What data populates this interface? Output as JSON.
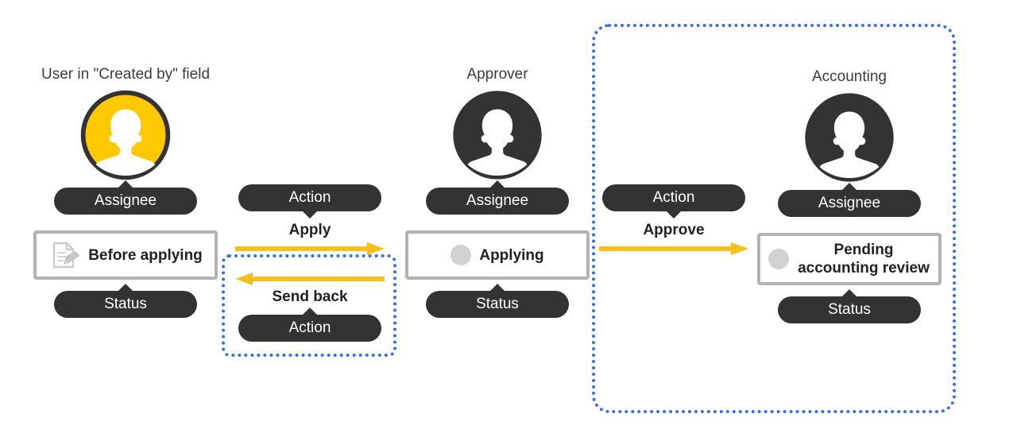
{
  "colors": {
    "accent_arrow": "#f7c021",
    "group_outline": "#3b6fe0",
    "pill_bg": "#333333",
    "status_border": "#b3b3b3",
    "avatar_highlight": "#ffc800",
    "avatar_dark": "#333333",
    "status_dot": "#d2d2d2"
  },
  "columns": [
    {
      "role_title": "User in \"Created by\" field",
      "avatar_icon": "user-avatar-icon",
      "avatar_style": "highlight",
      "assignee_pill": "Assignee",
      "status_icon": "document-edit-icon",
      "status_label": "Before applying",
      "status_pill": "Status"
    },
    {
      "role_title": "Approver",
      "avatar_icon": "user-avatar-icon",
      "avatar_style": "dark",
      "assignee_pill": "Assignee",
      "status_icon": "status-dot-icon",
      "status_label": "Applying",
      "status_pill": "Status"
    },
    {
      "role_title": "Accounting",
      "avatar_icon": "user-avatar-icon",
      "avatar_style": "dark",
      "assignee_pill": "Assignee",
      "status_icon": "status-dot-icon",
      "status_label": "Pending accounting review",
      "status_pill": "Status"
    }
  ],
  "transitions": [
    {
      "action_pill": "Action",
      "label": "Apply",
      "direction": "right",
      "grouped": false
    },
    {
      "action_pill": "Action",
      "label": "Send back",
      "direction": "left",
      "grouped": true
    },
    {
      "action_pill": "Action",
      "label": "Approve",
      "direction": "right",
      "grouped": true
    }
  ],
  "groups": [
    {
      "name": "send-back-group",
      "style": "dotted-blue"
    },
    {
      "name": "approval-stage-group",
      "style": "dotted-blue"
    }
  ]
}
